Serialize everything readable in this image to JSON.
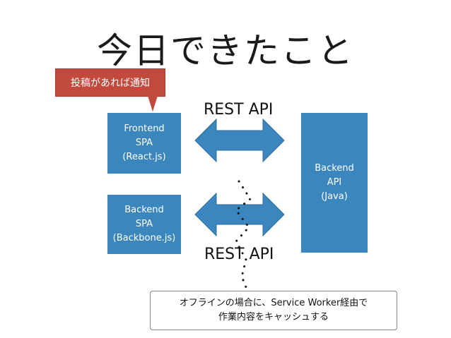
{
  "title": "今日できたこと",
  "nodes": {
    "frontend": {
      "lines": [
        "Frontend",
        "SPA",
        "(React.js)"
      ]
    },
    "backend_spa": {
      "lines": [
        "Backend",
        "SPA",
        "(Backbone.js)"
      ]
    },
    "backend_api": {
      "lines": [
        "Backend",
        "API",
        "(Java)"
      ]
    }
  },
  "edges": {
    "top_label": "REST API",
    "bottom_label": "REST API"
  },
  "callouts": {
    "notify": "投稿があれば通知",
    "offline": [
      "オフラインの場合に、Service Worker経由で",
      "作業内容をキャッシュする"
    ]
  },
  "colors": {
    "box": "#3a86bd",
    "arrow": "#3a86bd",
    "callout_red": "#c24a3c"
  }
}
